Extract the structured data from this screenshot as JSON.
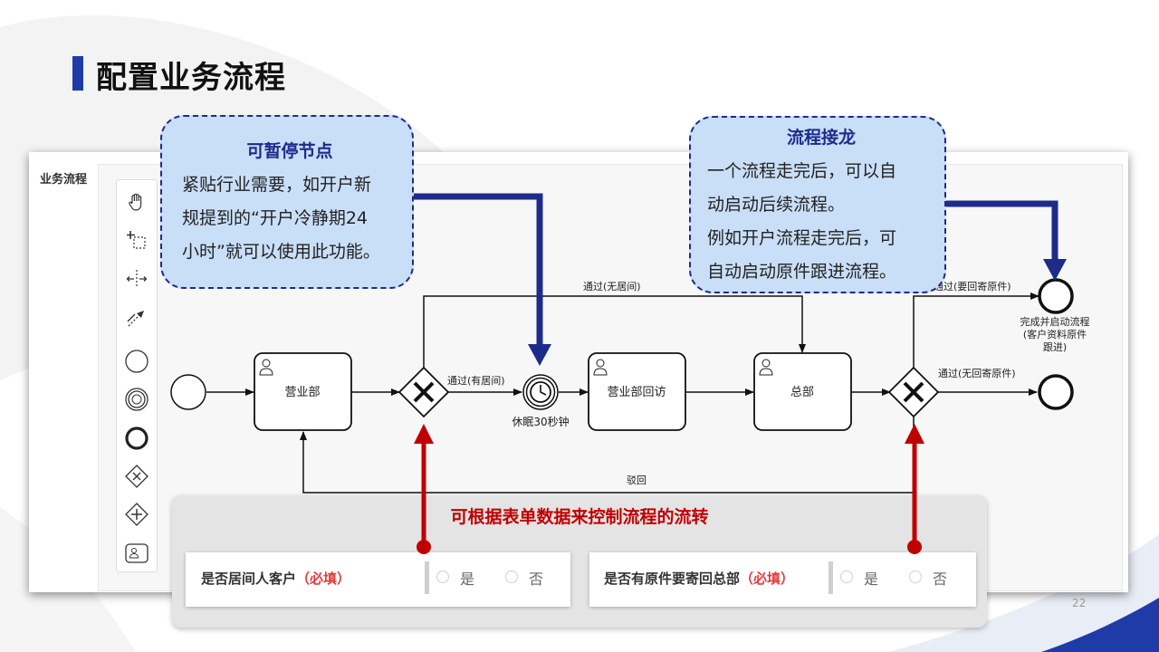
{
  "page": {
    "title": "配置业务流程",
    "number": "22"
  },
  "card": {
    "label": "业务流程"
  },
  "palette": {
    "items": [
      {
        "icon": "hand-tool-icon"
      },
      {
        "icon": "lasso-tool-icon"
      },
      {
        "icon": "space-tool-icon"
      },
      {
        "icon": "connect-tool-icon"
      },
      {
        "icon": "start-event-icon"
      },
      {
        "icon": "intermediate-event-icon"
      },
      {
        "icon": "end-event-icon"
      },
      {
        "icon": "exclusive-gateway-icon"
      },
      {
        "icon": "parallel-gateway-icon"
      },
      {
        "icon": "user-task-icon"
      }
    ]
  },
  "diagram": {
    "tasks": {
      "sales": "营业部",
      "revisit": "营业部回访",
      "hq": "总部"
    },
    "timer_label": "休眠30秒钟",
    "flows": {
      "pass_no_intermediary": "通过(无居间)",
      "pass_with_intermediary": "通过(有居间)",
      "pass_need_mail": "通过(要回寄原件)",
      "pass_no_mail": "通过(无回寄原件)",
      "reject": "驳回"
    },
    "end_label": [
      "完成并启动流程",
      "(客户资料原件",
      "跟进)"
    ]
  },
  "callouts": {
    "pause": {
      "title": "可暂停节点",
      "lines": [
        "紧贴行业需要，如开户新",
        "规提到的“开户冷静期24",
        "小时”就可以使用此功能。"
      ]
    },
    "relay": {
      "title": "流程接龙",
      "lines": [
        "一个流程走完后，可以自",
        "动启动后续流程。",
        "例如开户流程走完后，可",
        "自动启动原件跟进流程。"
      ]
    }
  },
  "form_panel": {
    "title": "可根据表单数据来控制流程的流转",
    "fields": [
      {
        "label": "是否居间人客户",
        "required": "（必填）",
        "options": [
          "是",
          "否"
        ]
      },
      {
        "label": "是否有原件要寄回总部",
        "required": "（必填）",
        "options": [
          "是",
          "否"
        ]
      }
    ]
  },
  "colors": {
    "accent_blue": "#1f3ba8",
    "callout_fill": "#c9def7",
    "arrow_blue": "#1d2c8a",
    "arrow_red": "#c00000",
    "required_red": "#e03c3c"
  }
}
